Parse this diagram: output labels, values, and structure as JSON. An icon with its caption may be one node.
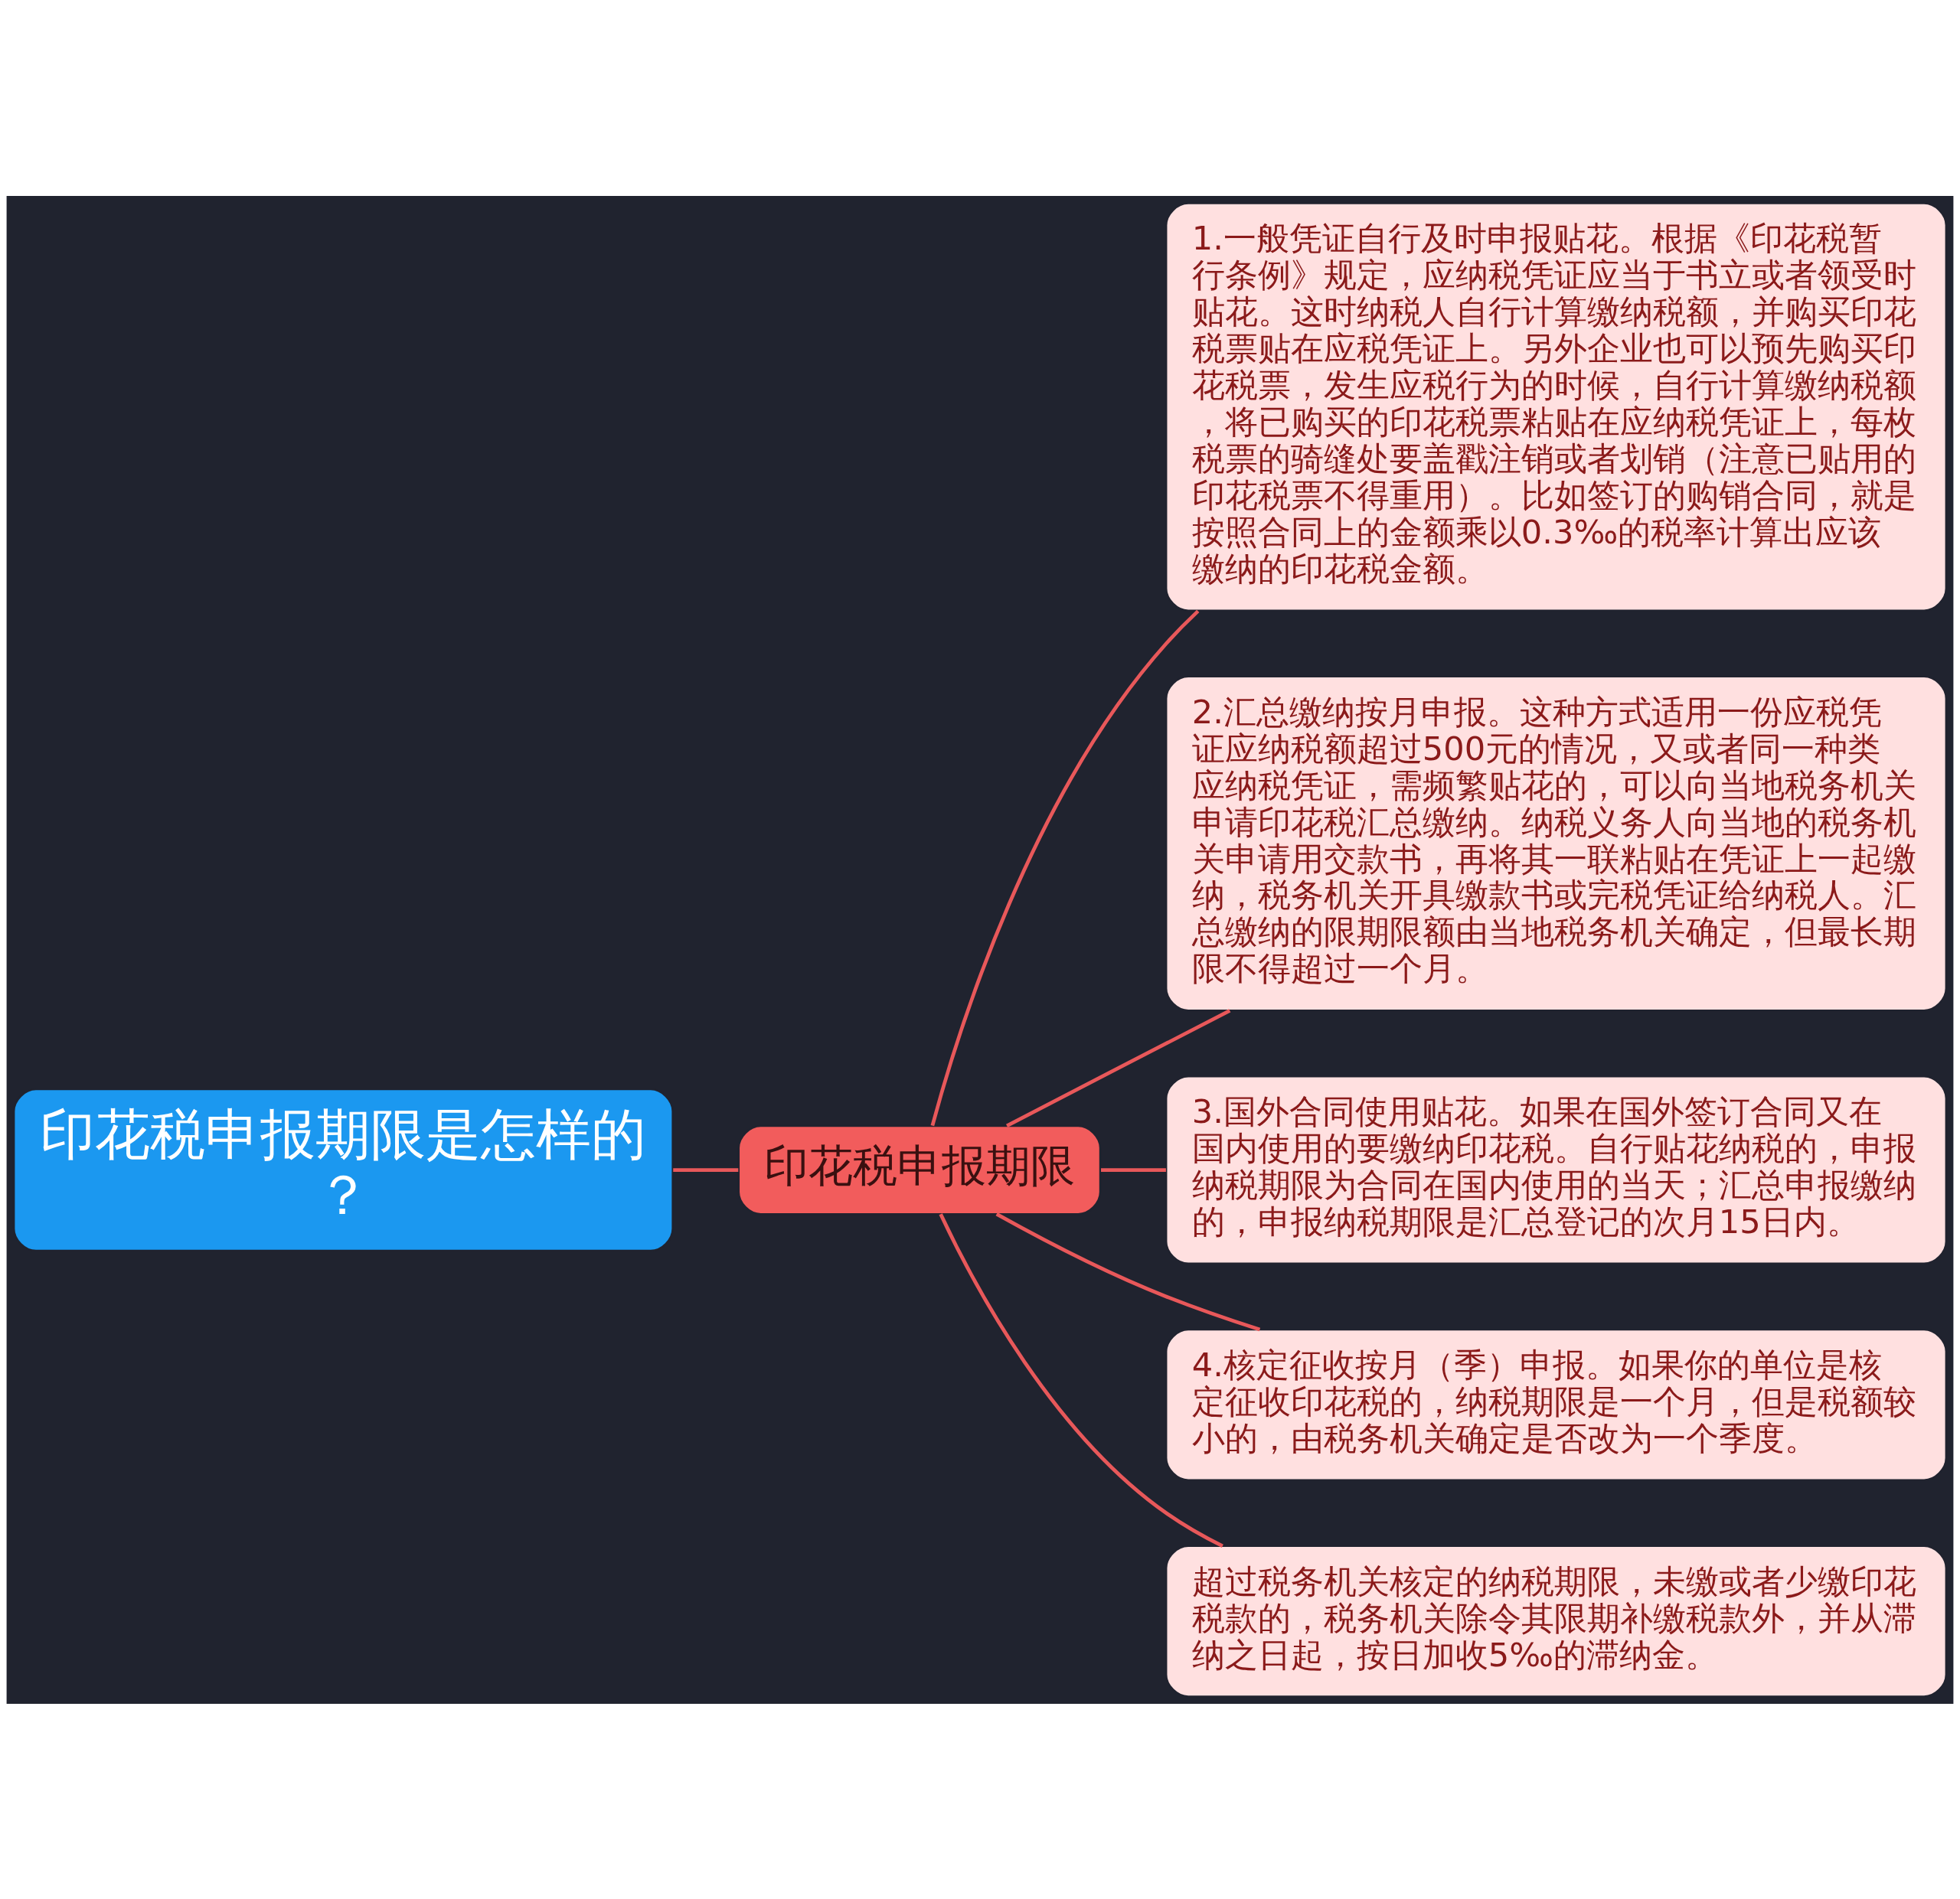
{
  "diagram": {
    "nodes": [
      {
        "text": [
          "印花税申报期限是怎样的？"
        ]
      },
      {
        "text": [
          "印花税申报期限"
        ]
      },
      {
        "text": [
          "1.一般凭证自行及时申报贴花。根据《印花税暂行条例》规定，应纳税凭证应当于书立或者领受时贴花。这时纳税人自行计算缴纳税额，并购买印花税票贴在应税凭证上。另外企业也可以预先购买印花税票，发生应税行为的时候，自行计算缴纳税额，将已购买的印花税票粘贴在应纳税凭证上，每枚税票的骑缝处要盖戳注销或者划销（注意已贴用的印花税票不得重用）。比如签订的购销合同，就是按照合同上的金额乘以0.3‰的税率计算出应该缴纳的印花税金额。"
        ]
      },
      {
        "text": [
          "2.汇总缴纳按月申报。这种方式适用一份应税凭证应纳税额超过500元的情况，又或者同一种类应纳税凭证，需频繁贴花的，可以向当地税务机关申请印花税汇总缴纳。纳税义务人向当地的税务机关申请用交款书，再将其一联粘贴在凭证上一起缴纳，税务机关开具缴款书或完税凭证给纳税人。汇总缴纳的限期限额由当地税务机关确定，但最长期限不得超过一个月。"
        ]
      },
      {
        "text": [
          "3.国外合同使用贴花。如果在国外签订合同又在国内使用的要缴纳印花税。自行贴花纳税的，申报纳税期限为合同在国内使用的当天；汇总申报缴纳的，申报纳税期限是汇总登记的次月15日内。"
        ]
      },
      {
        "text": [
          "4.核定征收按月（季）申报。如果你的单位是核定征收印花税的，纳税期限是一个月，但是税额较小的，由税务机关确定是否改为一个季度。"
        ]
      },
      {
        "text": [
          "超过税务机关核定的纳税期限，未缴或者少缴印花税款的，税务机关除令其限期补缴税款外，并从滞纳之日起，按日加收5‰的滞纳金。"
        ]
      }
    ],
    "edges": [
      {
        "from": 0,
        "to": 1,
        "arrow": "none"
      },
      {
        "from": 1,
        "to": 2,
        "arrow": "none"
      },
      {
        "from": 1,
        "to": 3,
        "arrow": "none"
      },
      {
        "from": 1,
        "to": 4,
        "arrow": "none"
      },
      {
        "from": 1,
        "to": 5,
        "arrow": "none"
      },
      {
        "from": 1,
        "to": 6,
        "arrow": "none"
      }
    ]
  }
}
